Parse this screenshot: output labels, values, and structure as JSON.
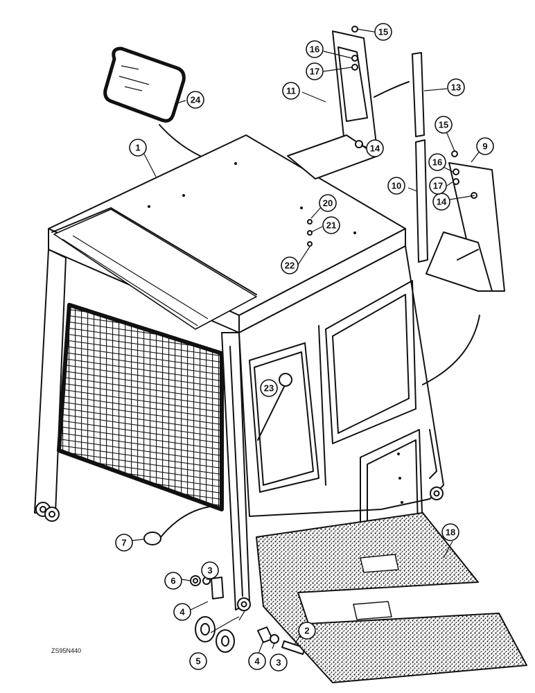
{
  "figure_code": "ZS95N440",
  "callouts": [
    {
      "id": "c1",
      "label": "1"
    },
    {
      "id": "c2",
      "label": "2"
    },
    {
      "id": "c3a",
      "label": "3"
    },
    {
      "id": "c3b",
      "label": "3"
    },
    {
      "id": "c4a",
      "label": "4"
    },
    {
      "id": "c4b",
      "label": "4"
    },
    {
      "id": "c5",
      "label": "5"
    },
    {
      "id": "c6",
      "label": "6"
    },
    {
      "id": "c7",
      "label": "7"
    },
    {
      "id": "c9",
      "label": "9"
    },
    {
      "id": "c10",
      "label": "10"
    },
    {
      "id": "c11",
      "label": "11"
    },
    {
      "id": "c13",
      "label": "13"
    },
    {
      "id": "c14a",
      "label": "14"
    },
    {
      "id": "c14b",
      "label": "14"
    },
    {
      "id": "c15a",
      "label": "15"
    },
    {
      "id": "c15b",
      "label": "15"
    },
    {
      "id": "c16a",
      "label": "16"
    },
    {
      "id": "c16b",
      "label": "16"
    },
    {
      "id": "c17a",
      "label": "17"
    },
    {
      "id": "c17b",
      "label": "17"
    },
    {
      "id": "c18",
      "label": "18"
    },
    {
      "id": "c20",
      "label": "20"
    },
    {
      "id": "c21",
      "label": "21"
    },
    {
      "id": "c22",
      "label": "22"
    },
    {
      "id": "c23",
      "label": "23"
    },
    {
      "id": "c24",
      "label": "24"
    }
  ]
}
